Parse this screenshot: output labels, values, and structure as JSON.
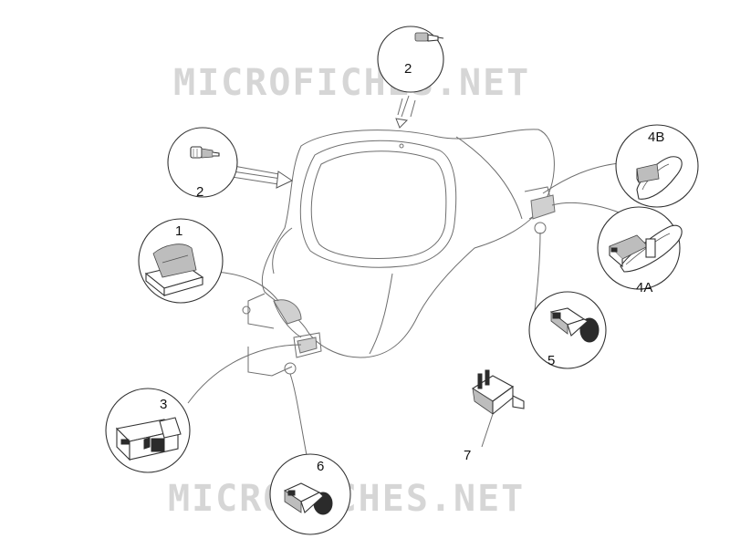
{
  "watermark": {
    "top_text": "MICROFICHES.NET",
    "bottom_text": "MICROFICHES.NET"
  },
  "callouts": {
    "c1": "1",
    "c2a": "2",
    "c2b": "2",
    "c3": "3",
    "c4a": "4A",
    "c4b": "4B",
    "c5": "5",
    "c6": "6",
    "c7": "7"
  }
}
